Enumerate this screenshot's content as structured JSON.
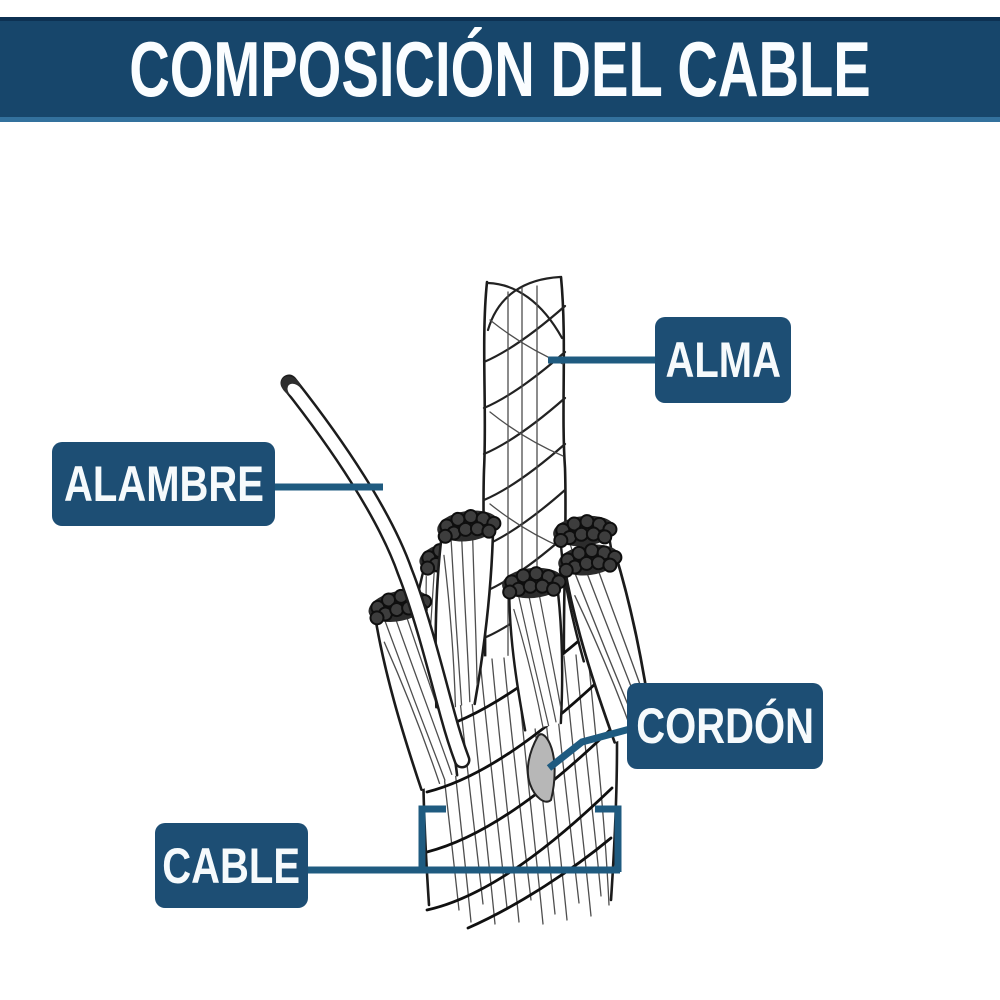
{
  "header": {
    "title": "COMPOSICIÓN DEL CABLE"
  },
  "annotations": {
    "alma": {
      "label": "ALMA"
    },
    "alambre": {
      "label": "ALAMBRE"
    },
    "cordon": {
      "label": "CORDÓN"
    },
    "cable": {
      "label": "CABLE"
    }
  },
  "figure": {
    "name": "wire-rope-composition-illustration"
  },
  "colors": {
    "header_bg": "#17466b",
    "header_top_edge": "#0d3152",
    "header_bottom_edge": "#33719d",
    "label_bg": "#1d4e74",
    "connector_line": "#1f5b80",
    "label_text": "#ffffff",
    "highlight_strand_fill": "#b7b7b7",
    "line_art": "#1b1b1b",
    "background": "#ffffff"
  }
}
